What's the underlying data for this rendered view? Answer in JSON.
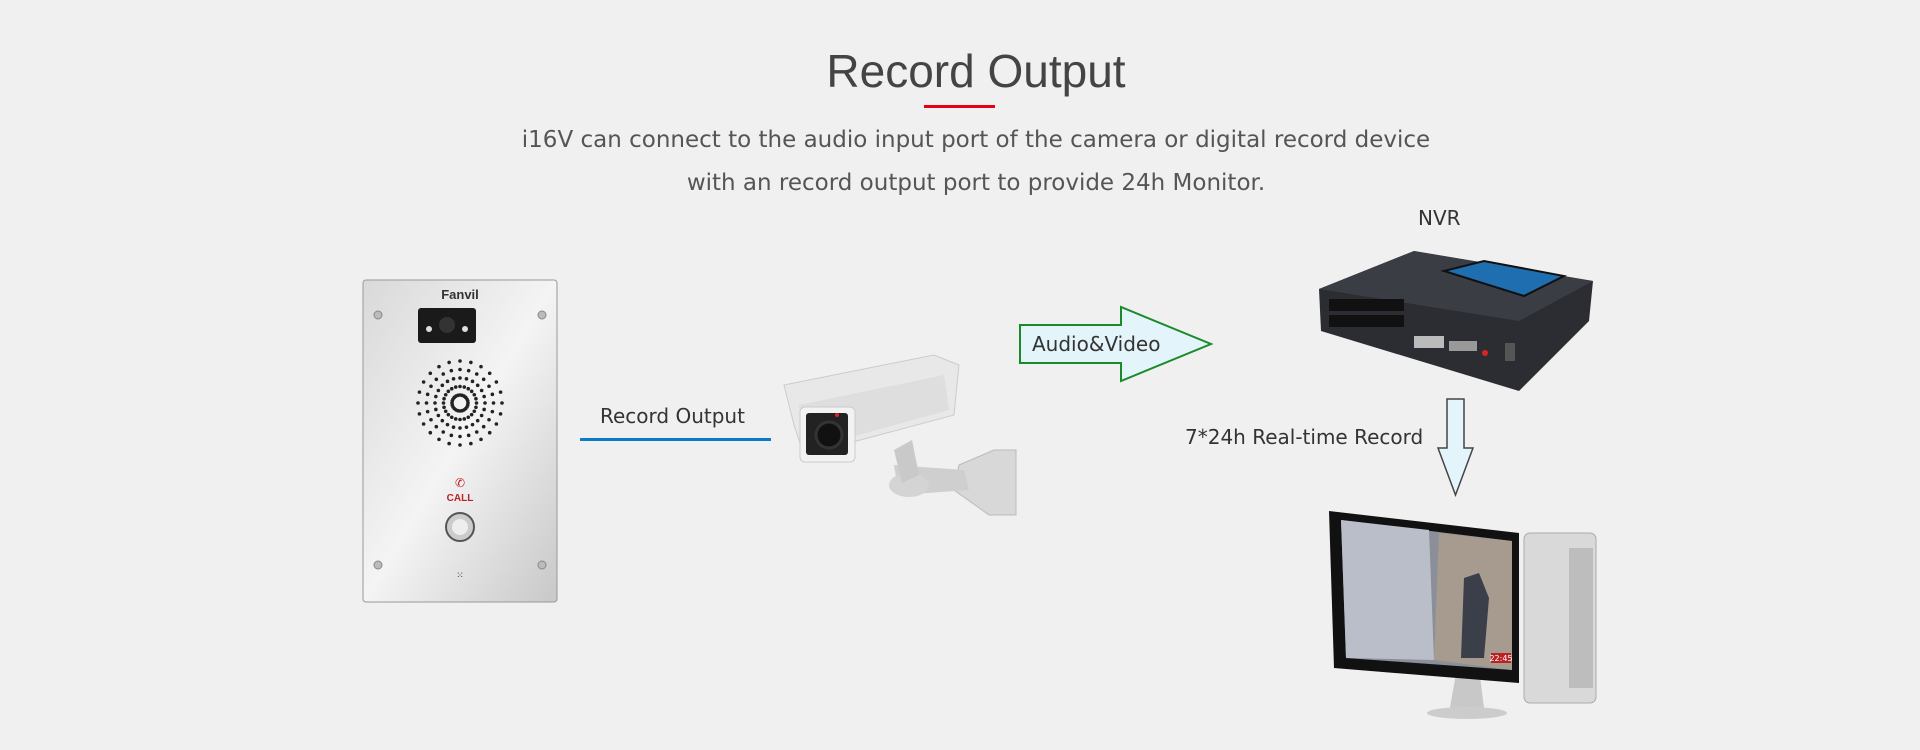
{
  "header": {
    "title": "Record Output",
    "subtitle_line1": "i16V can connect to the audio input port of the camera or digital record device",
    "subtitle_line2": "with an record output port to provide 24h Monitor."
  },
  "diagram": {
    "intercom": {
      "brand": "Fanvil",
      "call_label": "CALL"
    },
    "record_output_label": "Record Output",
    "audio_video_label": "Audio&Video",
    "nvr_label": "NVR",
    "realtime_label": "7*24h Real-time Record",
    "monitor_timestamp": "22:45"
  },
  "colors": {
    "accent_red": "#e60012",
    "line_blue": "#0a7bc4",
    "arrow_green": "#1a8a2a",
    "arrow_fill": "#e3f4fa"
  }
}
